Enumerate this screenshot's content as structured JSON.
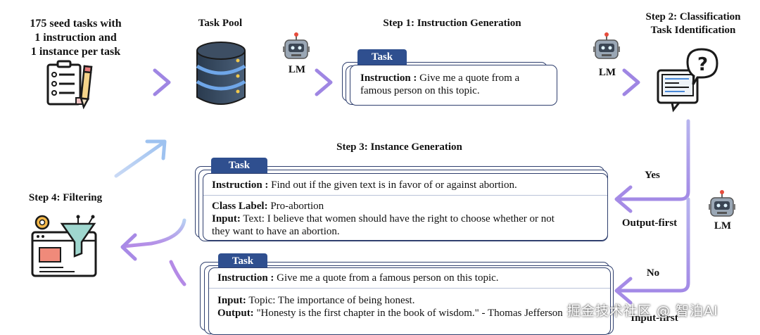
{
  "seed": {
    "line1": "175 seed tasks with",
    "line2": "1 instruction and",
    "line3": "1 instance per task"
  },
  "task_pool_title": "Task Pool",
  "lm_label": "LM",
  "step1": {
    "title": "Step 1: Instruction Generation",
    "tab": "Task",
    "instr_label": "Instruction :",
    "instr_text_1": "Give me a quote from a",
    "instr_text_2": "famous person on this topic."
  },
  "step2": {
    "title_line1": "Step 2: Classification",
    "title_line2": "Task Identification"
  },
  "step3": {
    "title": "Step 3: Instance Generation"
  },
  "step4": {
    "title": "Step 4: Filtering"
  },
  "card_class": {
    "tab": "Task",
    "instr_label": "Instruction :",
    "instr_text": "Find out if the given text is in favor of or against abortion.",
    "class_label": "Class Label:",
    "class_value": "Pro-abortion",
    "input_label": "Input:",
    "input_text_1": "Text: I believe that women should have the right to choose whether or not",
    "input_text_2": "they want to have an abortion."
  },
  "card_gen": {
    "tab": "Task",
    "instr_label": "Instruction :",
    "instr_text": "Give me a quote from a famous person on this topic.",
    "input_label": "Input:",
    "input_text": "Topic: The importance of being honest.",
    "output_label": "Output:",
    "output_text": "\"Honesty is the first chapter in the book of wisdom.\" - Thomas Jefferson"
  },
  "branch": {
    "yes": "Yes",
    "no": "No",
    "output_first": "Output-first",
    "input_first": "Input-first"
  },
  "watermark": "掘金技术社区 @ 智泊AI",
  "colors": {
    "arrow_start": "#a9c8f0",
    "arrow_end": "#9c7fe0",
    "tab": "#2f4f8f",
    "card_border": "#2f3f6e"
  }
}
